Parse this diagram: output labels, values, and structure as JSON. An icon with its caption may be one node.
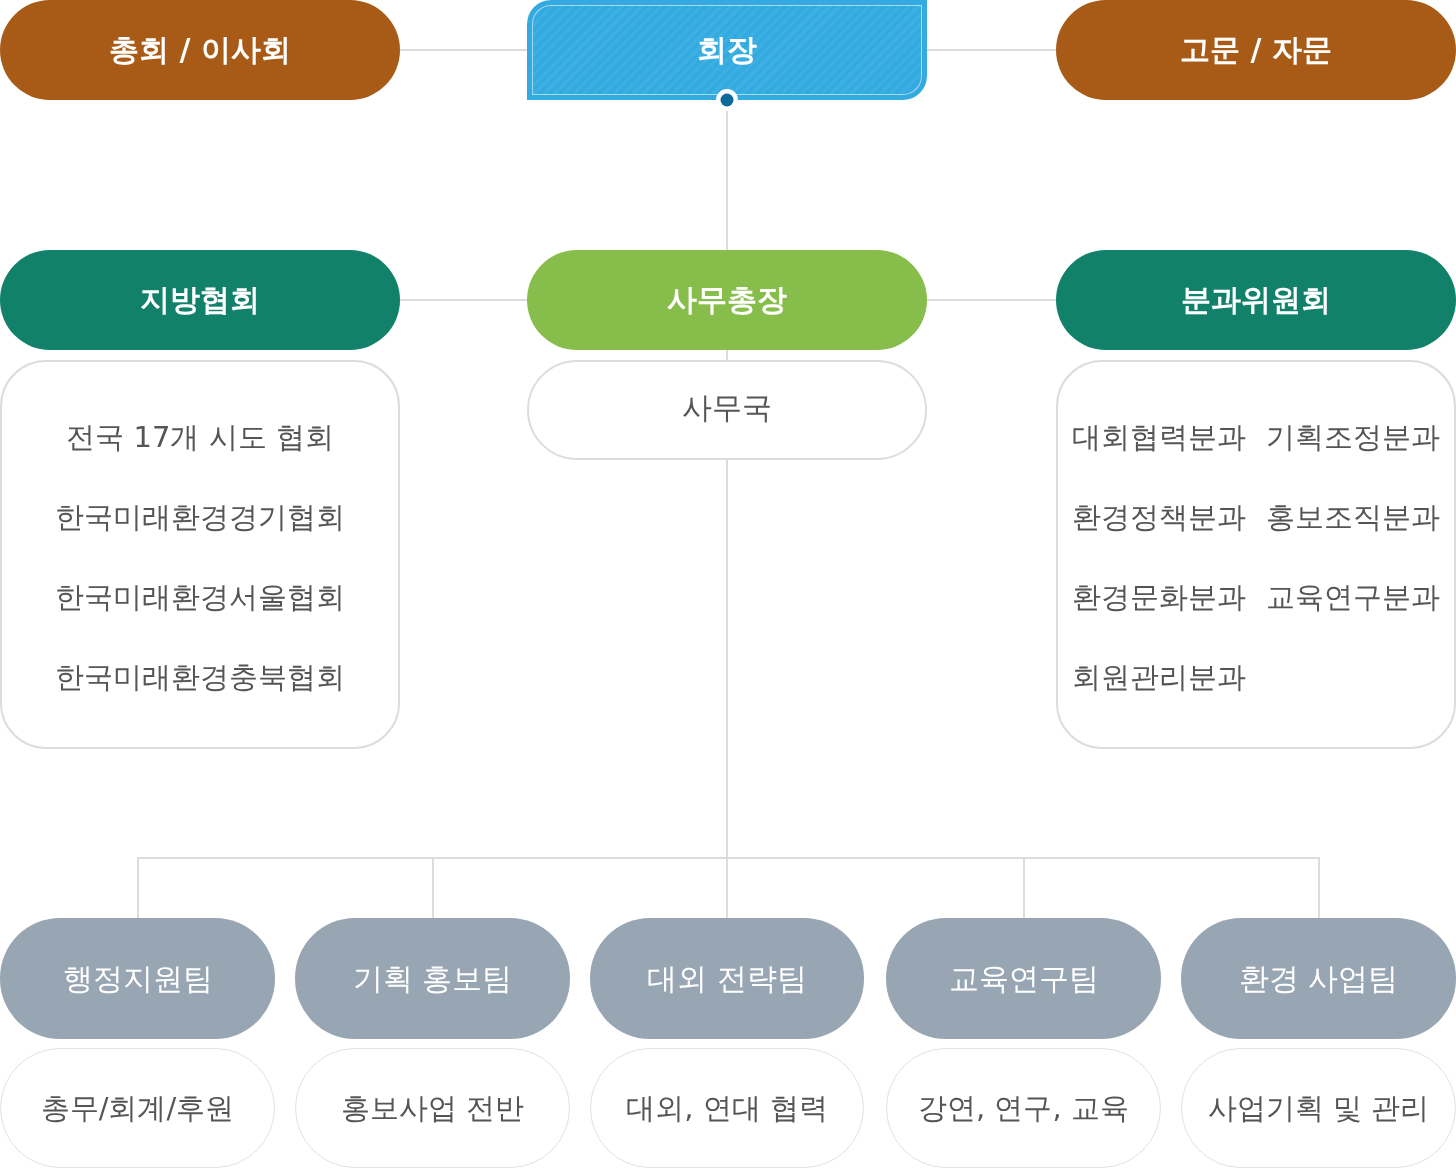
{
  "diagram": {
    "nodes": [
      {
        "text": [
          "총회 / 이사회"
        ]
      },
      {
        "text": [
          "회장"
        ]
      },
      {
        "text": [
          "고문 / 자문"
        ]
      },
      {
        "text": [
          "지방협회"
        ]
      },
      {
        "text": [
          "사무총장"
        ]
      },
      {
        "text": [
          "분과위원회"
        ]
      },
      {
        "text": [
          "전국 17개 시도 협회",
          "한국미래환경경기협회",
          "한국미래환경서울협회",
          "한국미래환경충북협회"
        ]
      },
      {
        "text": [
          "사무국"
        ]
      },
      {
        "text": [
          "대회협력분과",
          "기획조정분과",
          "환경정책분과",
          "홍보조직분과",
          "환경문화분과",
          "교육연구분과",
          "회원관리분과"
        ]
      },
      {
        "text": [
          "행정지원팀"
        ]
      },
      {
        "text": [
          "기획 홍보팀"
        ]
      },
      {
        "text": [
          "대외 전략팀"
        ]
      },
      {
        "text": [
          "교육연구팀"
        ]
      },
      {
        "text": [
          "환경 사업팀"
        ]
      },
      {
        "text": [
          "총무/회계/후원"
        ]
      },
      {
        "text": [
          "홍보사업 전반"
        ]
      },
      {
        "text": [
          "대외, 연대 협력"
        ]
      },
      {
        "text": [
          "강연, 연구, 교육"
        ]
      },
      {
        "text": [
          "사업기획 및 관리"
        ]
      }
    ],
    "edges": [
      {
        "from": 0,
        "to": 1,
        "arrow": "none"
      },
      {
        "from": 1,
        "to": 2,
        "arrow": "none"
      },
      {
        "from": 1,
        "to": 4,
        "arrow": "other"
      },
      {
        "from": 3,
        "to": 4,
        "arrow": "none"
      },
      {
        "from": 4,
        "to": 5,
        "arrow": "none"
      },
      {
        "from": 4,
        "to": 7,
        "arrow": "none"
      },
      {
        "from": 7,
        "to": 9,
        "arrow": "none"
      },
      {
        "from": 7,
        "to": 10,
        "arrow": "none"
      },
      {
        "from": 7,
        "to": 11,
        "arrow": "none"
      },
      {
        "from": 7,
        "to": 12,
        "arrow": "none"
      },
      {
        "from": 7,
        "to": 13,
        "arrow": "none"
      }
    ]
  }
}
